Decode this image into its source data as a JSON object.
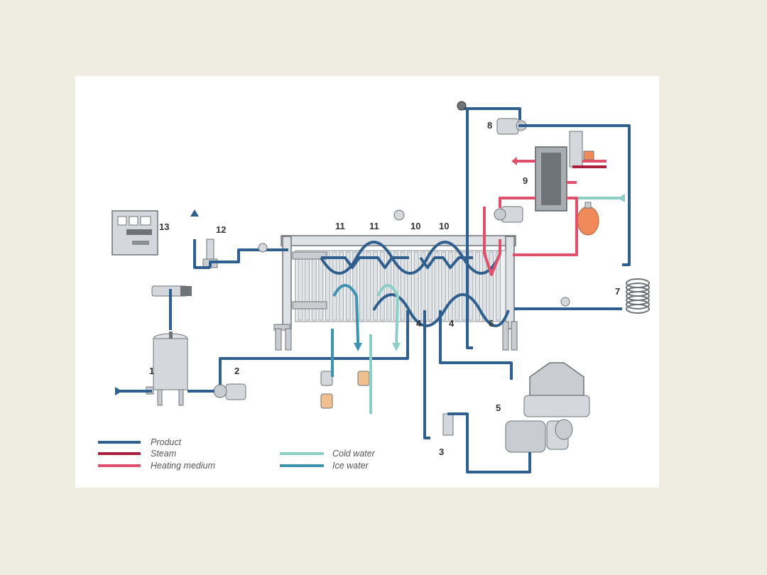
{
  "colors": {
    "background": "#efece2",
    "panel": "#ffffff",
    "product": "#2f5f8f",
    "steam": "#a8203c",
    "heating_medium": "#e0506a",
    "cold_water": "#8ccfc8",
    "ice_water": "#3e93b0",
    "equipment": "#c9cdd1",
    "equipment_dark": "#6e7378",
    "tank_orange": "#f08a5a"
  },
  "component_numbers": [
    "1",
    "2",
    "3",
    "4",
    "4",
    "5",
    "6",
    "7",
    "8",
    "9",
    "10",
    "10",
    "11",
    "11",
    "12",
    "13"
  ],
  "legend": [
    {
      "label": "Product",
      "color": "#2f5f8f"
    },
    {
      "label": "Steam",
      "color": "#a8203c"
    },
    {
      "label": "Heating medium",
      "color": "#e0506a"
    },
    {
      "label": "Cold water",
      "color": "#8ccfc8"
    },
    {
      "label": "Ice water",
      "color": "#3e93b0"
    }
  ]
}
